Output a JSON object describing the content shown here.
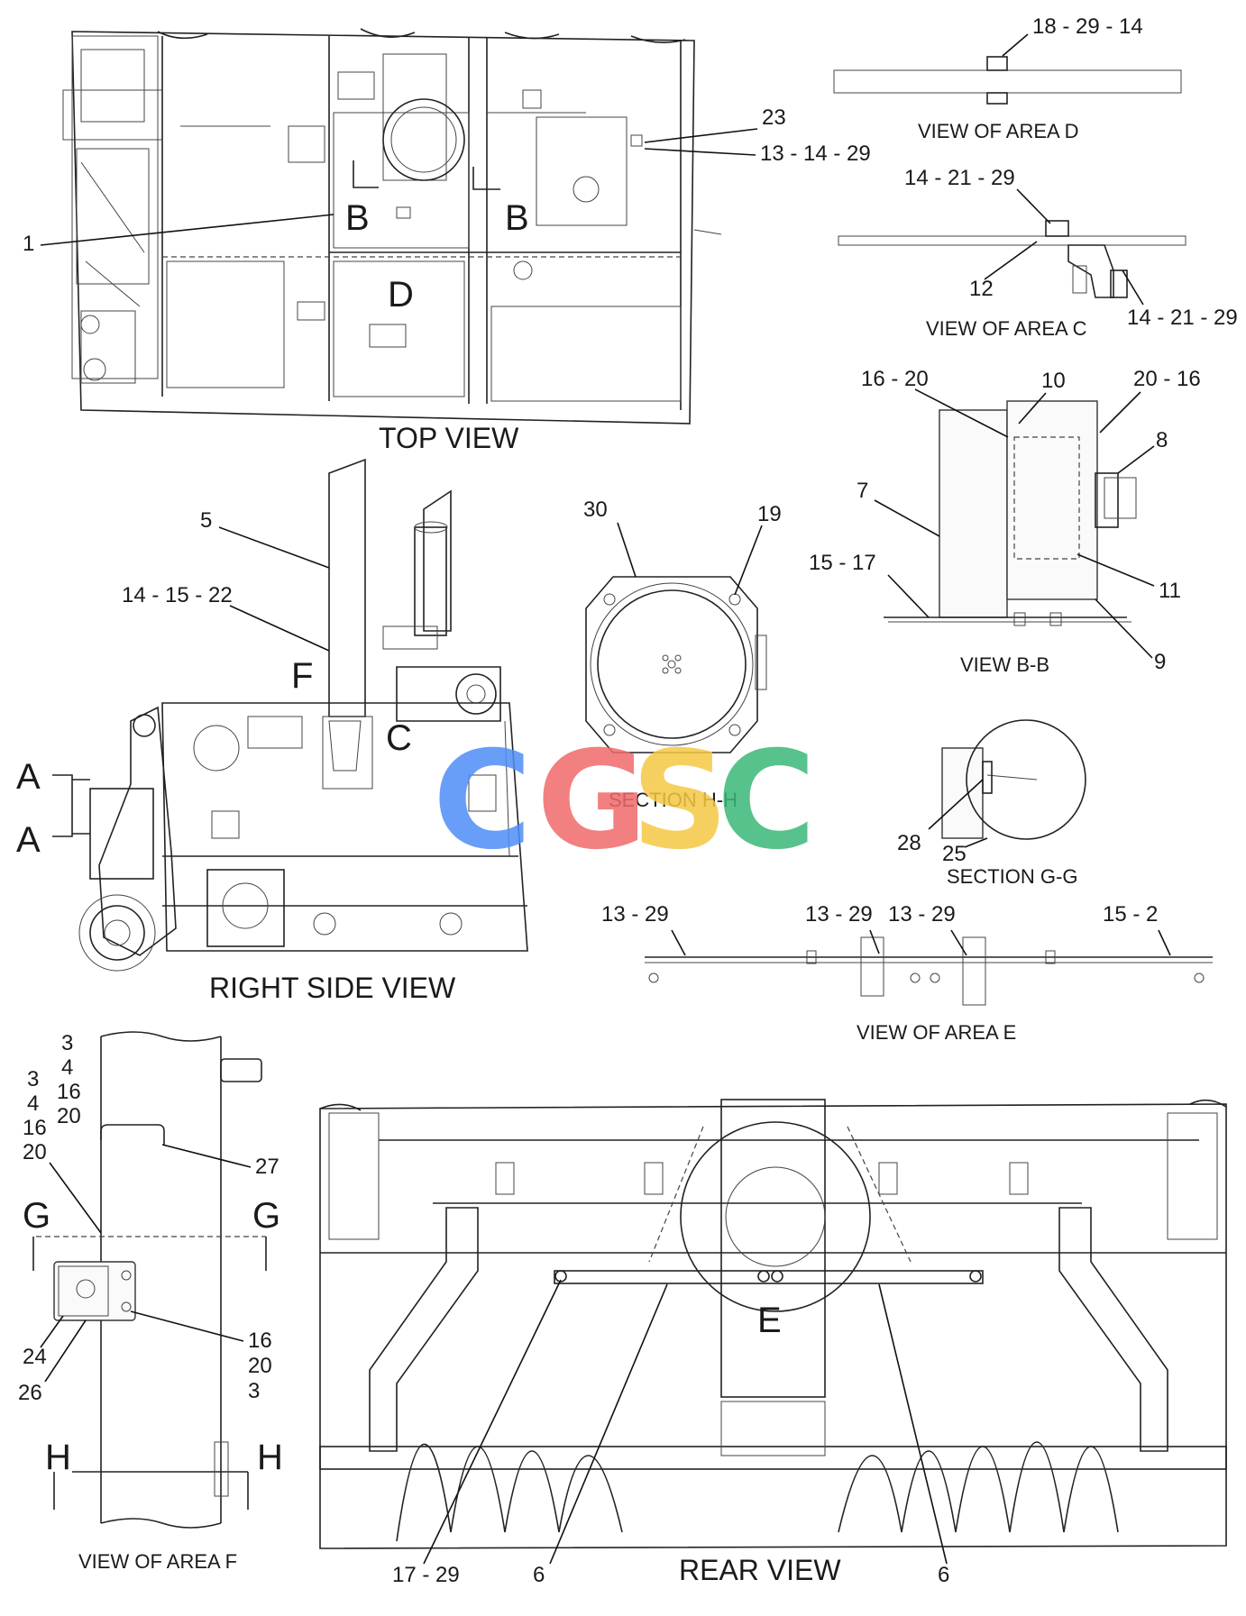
{
  "views": {
    "top_view": "TOP VIEW",
    "right_side_view": "RIGHT SIDE VIEW",
    "rear_view": "REAR VIEW",
    "view_area_d": "VIEW OF AREA D",
    "view_area_c": "VIEW OF AREA C",
    "view_bb": "VIEW B-B",
    "section_hh": "SECTION H-H",
    "section_gg": "SECTION G-G",
    "view_area_e": "VIEW OF AREA E",
    "view_area_f": "VIEW OF AREA F"
  },
  "letters": {
    "b": "B",
    "d": "D",
    "f": "F",
    "c": "C",
    "a": "A",
    "g": "G",
    "h": "H",
    "e": "E"
  },
  "callouts": {
    "c1": "1",
    "c23": "23",
    "c13_14_29": "13 - 14 - 29",
    "c18_29_14": "18 - 29 - 14",
    "c14_21_29_top": "14 - 21 - 29",
    "c12": "12",
    "c14_21_29_right": "14 - 21 - 29",
    "c16_20": "16 - 20",
    "c10": "10",
    "c20_16": "20 - 16",
    "c8": "8",
    "c7": "7",
    "c15_17": "15 - 17",
    "c11": "11",
    "c9": "9",
    "c5": "5",
    "c14_15_22": "14 - 15 - 22",
    "c30": "30",
    "c19": "19",
    "c28": "28",
    "c25": "25",
    "e13_29_a": "13 - 29",
    "e13_29_b": "13 - 29",
    "e13_29_c": "13 - 29",
    "e15_2": "15 - 2",
    "f_stack1": [
      "3",
      "4",
      "16",
      "20"
    ],
    "f_stack2": [
      "3",
      "4",
      "16",
      "20"
    ],
    "c27": "27",
    "f_stack3": [
      "16",
      "20",
      "3"
    ],
    "c24": "24",
    "c26": "26",
    "r17_29": "17 - 29",
    "r6_left": "6",
    "r6_right": "6"
  },
  "watermark": {
    "letters": [
      "C",
      "G",
      "S",
      "C"
    ],
    "colors": [
      "#4f8ef7",
      "#f06a6a",
      "#f5c842",
      "#3cb878"
    ]
  }
}
